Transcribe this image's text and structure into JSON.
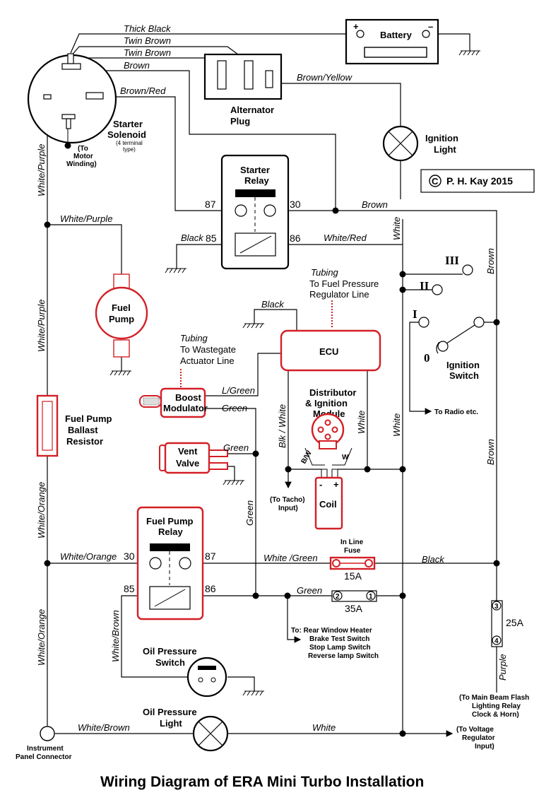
{
  "title": "Wiring Diagram of ERA Mini Turbo Installation",
  "copyright": "P. H. Kay 2015",
  "copyright_symbol": "C",
  "components": {
    "battery": "Battery",
    "battery_plus": "+",
    "battery_minus": "–",
    "alternator_plug": [
      "Alternator",
      "Plug"
    ],
    "starter_solenoid": [
      "Starter",
      "Solenoid"
    ],
    "solenoid_note": [
      "(4 terminal",
      "type)"
    ],
    "to_motor_winding": [
      "(To",
      "Motor",
      "Winding)"
    ],
    "ignition_light": [
      "Ignition",
      "Light"
    ],
    "starter_relay": [
      "Starter",
      "Relay"
    ],
    "fuel_pump": [
      "Fuel",
      "Pump"
    ],
    "ecu": "ECU",
    "boost_modulator": [
      "Boost",
      "Modulator"
    ],
    "vent_valve": [
      "Vent",
      "Valve"
    ],
    "distributor": [
      "Distributor",
      "& Ignition",
      "Module"
    ],
    "coil": "Coil",
    "coil_minus": "-",
    "coil_plus": "+",
    "dist_bw": "B/W",
    "dist_w": "W",
    "fuel_pump_ballast": [
      "Fuel Pump",
      "Ballast",
      "Resistor"
    ],
    "fuel_pump_relay": [
      "Fuel Pump",
      "Relay"
    ],
    "oil_pressure_switch": [
      "Oil Pressure",
      "Switch"
    ],
    "oil_pressure_light": [
      "Oil Pressure",
      "Light"
    ],
    "ignition_switch": [
      "Ignition",
      "Switch"
    ],
    "instrument_panel": [
      "Instrument",
      "Panel Connector"
    ],
    "inline_fuse": [
      "In Line",
      "Fuse"
    ],
    "tubing_fuel": [
      "Tubing",
      "To Fuel Pressure",
      "Regulator Line"
    ],
    "tubing_wastegate": [
      "Tubing",
      "To Wastegate",
      "Actuator Line"
    ]
  },
  "wire_labels": {
    "thick_black": "Thick Black",
    "twin_brown_1": "Twin Brown",
    "twin_brown_2": "Twin Brown",
    "brown_top": "Brown",
    "brown_red": "Brown/Red",
    "brown_yellow": "Brown/Yellow",
    "white_purple_v1": "White/Purple",
    "white_purple_h": "White/Purple",
    "white_purple_v2": "White/Purple",
    "brown_h": "Brown",
    "white_v": "White",
    "black_85": "Black",
    "white_red": "White/Red",
    "brown_v1": "Brown",
    "brown_v2": "Brown",
    "black_ecu": "Black",
    "l_green": "L/Green",
    "green_boost": "Green",
    "green_vent": "Green",
    "green_v": "Green",
    "blk_white": "Blk / White",
    "white_dist": "White",
    "white_v2": "White",
    "white_orange_v1": "White/Orange",
    "white_orange_h": "White/Orange",
    "white_green": "White /Green",
    "black_right": "Black",
    "green_bottom": "Green",
    "white_brown_v": "White/Brown",
    "white_brown_h": "White/Brown",
    "white_bottom": "White",
    "white_orange_v2": "White/Orange",
    "purple": "Purple"
  },
  "terminals": {
    "sr_87": "87",
    "sr_30": "30",
    "sr_85": "85",
    "sr_86": "86",
    "fp_30": "30",
    "fp_87": "87",
    "fp_85": "85",
    "fp_86": "86",
    "sw_III": "III",
    "sw_II": "II",
    "sw_I": "I",
    "sw_0": "0"
  },
  "fuses": {
    "inline": "15A",
    "fuse_35": "35A",
    "fuse_35_t1": "2",
    "fuse_35_t2": "1",
    "fuse_25": "25A",
    "fuse_25_t1": "3",
    "fuse_25_t2": "4"
  },
  "destinations": {
    "tacho": [
      "(To Tacho)",
      "Input)"
    ],
    "radio": "To Radio etc.",
    "rear_list": [
      "To:  Rear Window Heater",
      "Brake Test Switch",
      "Stop Lamp Switch",
      "Reverse lamp Switch"
    ],
    "main_beam": [
      "(To Main Beam Flash",
      "Lighting Relay",
      "Clock & Horn)"
    ],
    "voltage_reg": [
      "(To Voltage",
      "Regulator",
      "Input)"
    ]
  }
}
